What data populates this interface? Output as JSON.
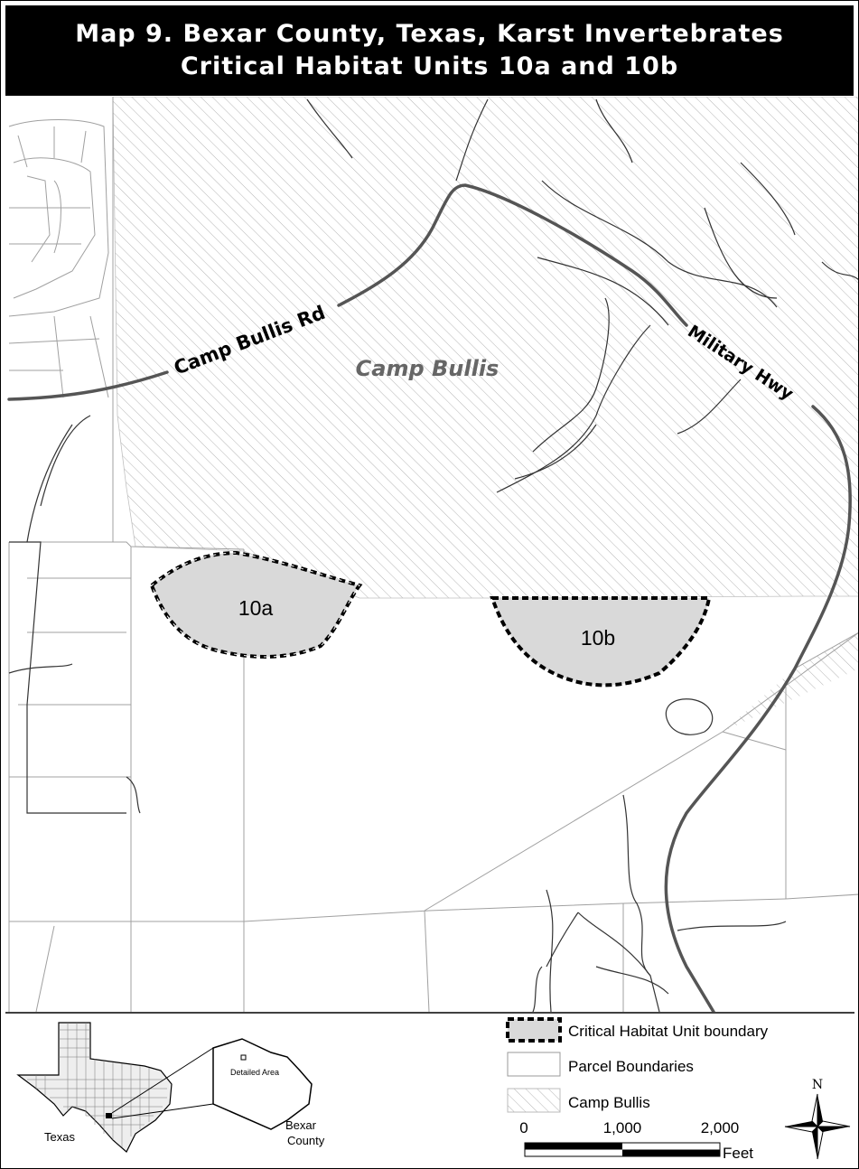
{
  "title": {
    "line1": "Map 9. Bexar County, Texas, Karst Invertebrates",
    "line2": "Critical Habitat Units 10a and 10b"
  },
  "map": {
    "camp_label": "Camp Bullis",
    "road_camp_bullis": "Camp Bullis Rd",
    "road_military": "Military Hwy",
    "unit_a": "10a",
    "unit_b": "10b"
  },
  "legend": {
    "items": [
      {
        "label": "Critical Habitat Unit boundary"
      },
      {
        "label": "Parcel Boundaries"
      },
      {
        "label": "Camp Bullis"
      }
    ],
    "scale": {
      "ticks": [
        "0",
        "1,000",
        "2,000"
      ],
      "unit": "Feet"
    }
  },
  "inset": {
    "state": "Texas",
    "detailed_area": "Detailed Area",
    "county_line1": "Bexar",
    "county_line2": "County"
  },
  "north": "N",
  "colors": {
    "habitat_fill": "#d9d9d9",
    "hatch": "#b5b5b5",
    "road": "#555555"
  }
}
